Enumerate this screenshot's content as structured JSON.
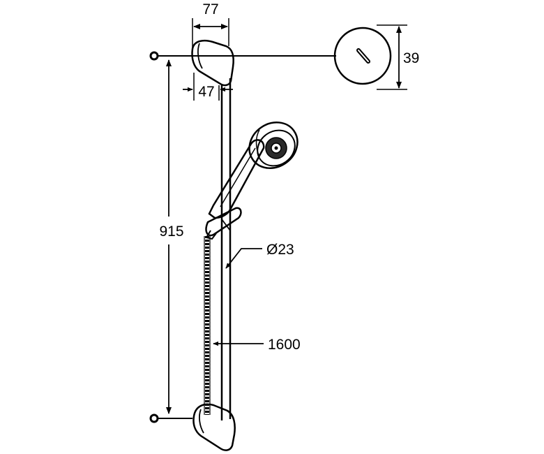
{
  "diagram": {
    "dimensions": {
      "bracket_width": "77",
      "bracket_offset": "47",
      "rose_diameter": "39",
      "rail_length": "915",
      "rail_diameter": "Ø23",
      "hose_length": "1600"
    }
  }
}
